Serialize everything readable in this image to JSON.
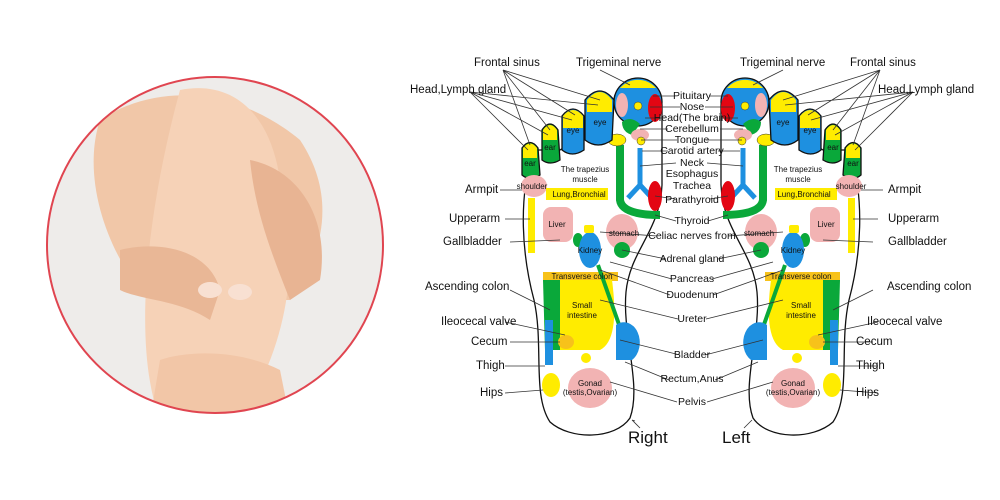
{
  "colors": {
    "blue": "#1e90e0",
    "yellow": "#ffec00",
    "green": "#0aa83a",
    "pink": "#f2b3b3",
    "red": "#e30613",
    "orange": "#f7c21a",
    "circle_border": "#e04550"
  },
  "photo": {
    "subject": "hands-massaging-foot"
  },
  "side_labels": {
    "frontal_sinus": "Frontal sinus",
    "head_lymph": "Head,Lymph gland",
    "trigeminal": "Trigeminal nerve",
    "armpit": "Armpit",
    "upperarm": "Upperarm",
    "gallbladder": "Gallbladder",
    "ascending_colon": "Ascending colon",
    "ileocecal": "Ileocecal valve",
    "cecum": "Cecum",
    "thigh": "Thigh",
    "hips": "Hips"
  },
  "center_labels": [
    "Pituitary",
    "Nose",
    "Head(The brain)",
    "Cerebellum",
    "Tongue",
    "Carotid artery",
    "Neck",
    "Esophagus",
    "Trachea",
    "Parathyroid",
    "Thyroid",
    "Celiac nerves from",
    "Adrenal gland",
    "Pancreas",
    "Duodenum",
    "Ureter",
    "Bladder",
    "Rectum,Anus",
    "Pelvis"
  ],
  "inner_labels": {
    "eye": "eye",
    "ear": "ear",
    "trapezius1": "The trapezius",
    "trapezius2": "muscle",
    "shoulder": "shoulder",
    "lung": "Lung,Bronchial",
    "liver": "Liver",
    "kidney": "Kidney",
    "stomach": "stomach",
    "transverse": "Transverse colon",
    "small1": "Small",
    "small2": "intestine",
    "gonad1": "Gonad",
    "gonad2": "(testis,Ovarian)"
  },
  "foot_labels": {
    "right": "Right",
    "left": "Left"
  }
}
